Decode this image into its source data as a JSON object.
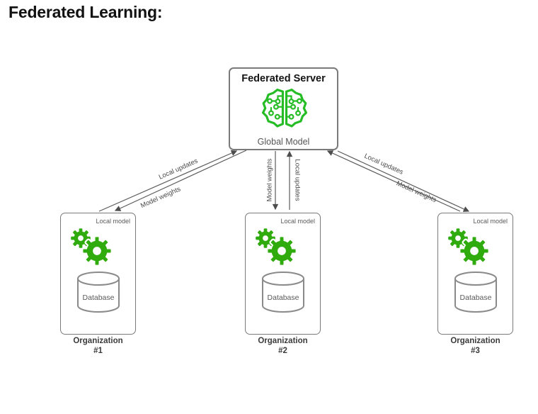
{
  "title": "Federated Learning:",
  "server": {
    "name": "Federated Server",
    "model_label": "Global Model",
    "icon": "circuit-brain-icon"
  },
  "organizations": [
    {
      "title_line1": "Organization",
      "title_line2": "#1",
      "local_model_label": "Local model",
      "database_label": "Database",
      "icons": [
        "gears-icon",
        "database-icon"
      ]
    },
    {
      "title_line1": "Organization",
      "title_line2": "#2",
      "local_model_label": "Local model",
      "database_label": "Database",
      "icons": [
        "gears-icon",
        "database-icon"
      ]
    },
    {
      "title_line1": "Organization",
      "title_line2": "#3",
      "local_model_label": "Local model",
      "database_label": "Database",
      "icons": [
        "gears-icon",
        "database-icon"
      ]
    }
  ],
  "connections": {
    "left": {
      "to_server_label": "Local updates",
      "to_org_label": "Model weights"
    },
    "middle": {
      "to_server_label": "Local updates",
      "to_org_label": "Model weights"
    },
    "right": {
      "to_server_label": "Local updates",
      "to_org_label": "Model weights"
    }
  },
  "colors": {
    "brain_green": "#25bc25",
    "gear_green": "#2fab0e",
    "box_border": "#7a7a7a",
    "arrow": "#4d4d4d",
    "muted_text": "#595959",
    "org_label_text": "#3b3b3b"
  }
}
